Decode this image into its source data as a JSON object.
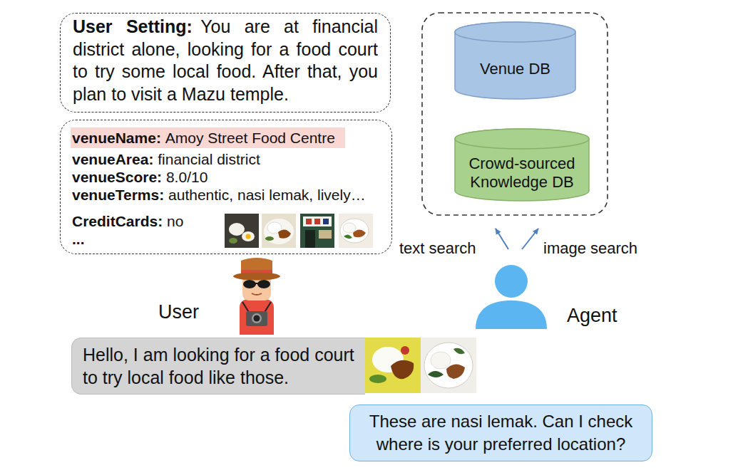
{
  "diagram": {
    "nodes": [
      {
        "text": [
          "User Setting:",
          "You are at financial district alone, looking for a food court to try some local food. After that, you plan to visit a Mazu temple."
        ]
      },
      {
        "text": [
          "venueName:",
          "Amoy Street Food Centre",
          "venueArea:",
          "financial district",
          "venueScore:",
          "8.0/10",
          "venueTerms:",
          "authentic, nasi lemak, lively…",
          "CreditCards:",
          "no",
          "..."
        ]
      },
      {
        "text": [
          "Venue DB"
        ]
      },
      {
        "text": [
          "Crowd-sourced Knowledge DB"
        ]
      },
      {
        "text": [
          "Hello, I am looking for a food court to try local food like those."
        ]
      },
      {
        "text": [
          "These are nasi lemak. Can I check where is your preferred location?"
        ]
      }
    ],
    "labels": [
      "text search",
      "image search",
      "User",
      "Agent"
    ]
  }
}
